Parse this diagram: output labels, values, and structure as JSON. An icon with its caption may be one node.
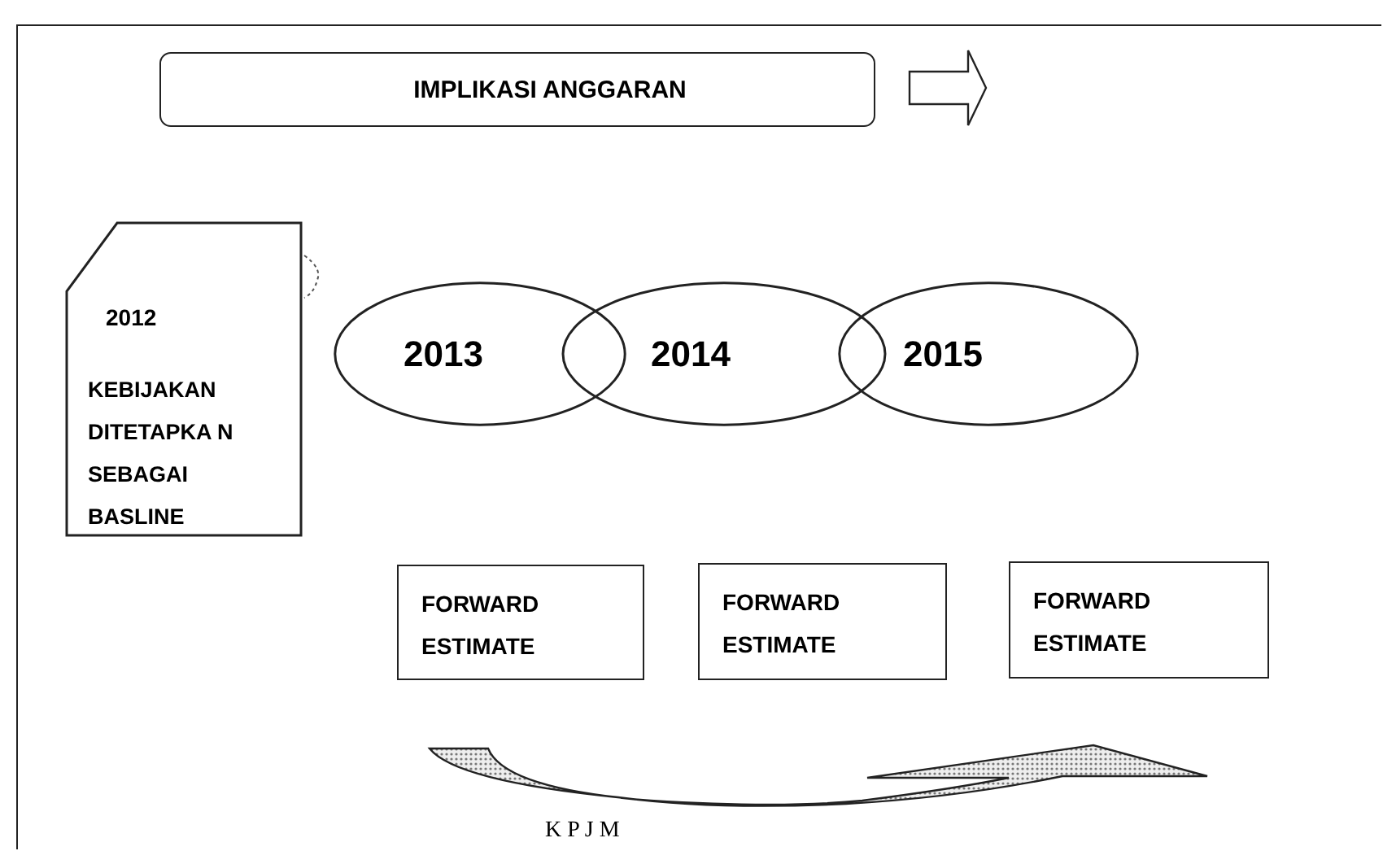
{
  "diagram": {
    "nodes": [
      {
        "text": [
          "IMPLIKASI ANGGARAN"
        ]
      },
      {
        "text": [
          "2012",
          "KEBIJAKAN DITETAPKA N SEBAGAI BASLINE"
        ]
      },
      {
        "text": [
          "2013"
        ]
      },
      {
        "text": [
          "2014"
        ]
      },
      {
        "text": [
          "2015"
        ]
      },
      {
        "text": [
          "FORWARD ESTIMATE"
        ]
      },
      {
        "text": [
          "FORWARD ESTIMATE"
        ]
      },
      {
        "text": [
          "FORWARD ESTIMATE"
        ]
      }
    ],
    "labels": [
      "K P J M"
    ]
  }
}
